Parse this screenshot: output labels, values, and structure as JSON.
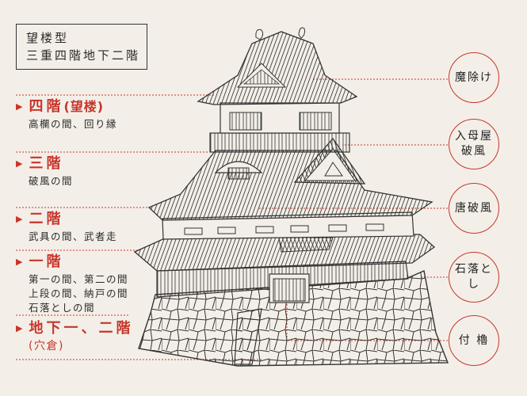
{
  "type_box": {
    "line1": "望楼型",
    "line2": "三重四階地下二階"
  },
  "floors": [
    {
      "title": "四階",
      "title_paren": "(望楼)",
      "lines": [
        "高欄の間、回り縁"
      ]
    },
    {
      "title": "三階",
      "title_paren": "",
      "lines": [
        "破風の間"
      ]
    },
    {
      "title": "二階",
      "title_paren": "",
      "lines": [
        "武具の間、武者走"
      ]
    },
    {
      "title": "一階",
      "title_paren": "",
      "lines": [
        "第一の間、第二の間",
        "上段の間、納戸の間",
        "石落としの間"
      ]
    },
    {
      "title": "地下一、二階",
      "title_paren": "",
      "lines": [
        "(穴倉)"
      ]
    }
  ],
  "callouts": [
    {
      "label": "魔除け"
    },
    {
      "label": "入母屋\n破風"
    },
    {
      "label": "唐破風"
    },
    {
      "label": "石落とし"
    },
    {
      "label": "付 櫓"
    }
  ],
  "colors": {
    "accent": "#c8352b",
    "ink": "#2a2a2a",
    "paper": "#f3efe8"
  }
}
